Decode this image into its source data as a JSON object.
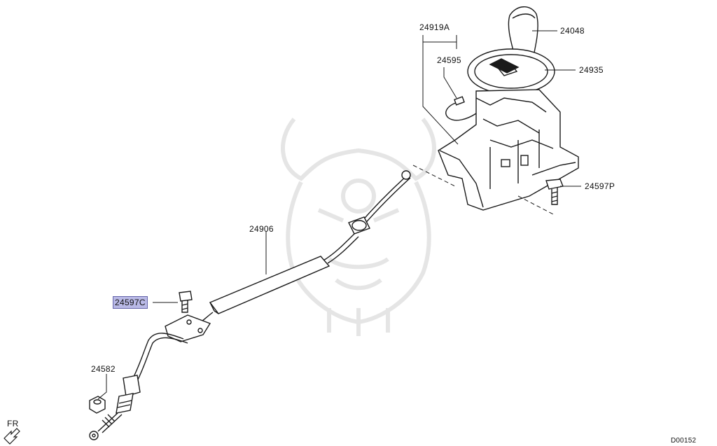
{
  "parts": {
    "p24919a": "24919A",
    "p24048": "24048",
    "p24595": "24595",
    "p24935": "24935",
    "p24597p": "24597P",
    "p24906": "24906",
    "p24597c": "24597C",
    "p24582": "24582"
  },
  "direction_label": "FR",
  "diagram_code": "D00152",
  "colors": {
    "line": "#1a1a1a",
    "highlight": "#b9b9e6",
    "watermark": "#e6e6e6"
  }
}
